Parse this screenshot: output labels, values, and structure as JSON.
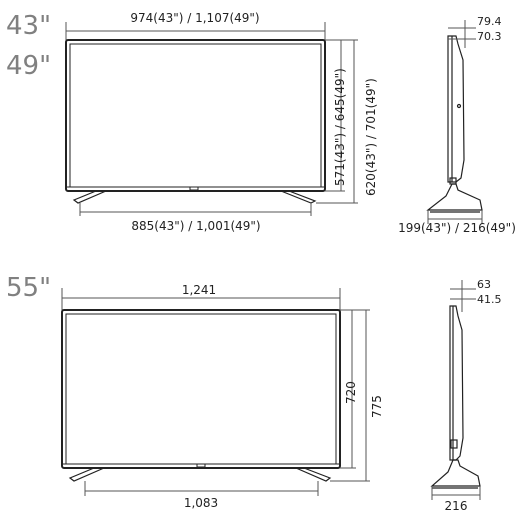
{
  "colors": {
    "dimension_line": "#555555",
    "tv_outline": "#222222",
    "label_grey": "#808080"
  },
  "section_43_49": {
    "size_label_1": "43\"",
    "size_label_2": "49\"",
    "width_top": "974(43\") / 1,107(49\")",
    "width_stand": "885(43\") / 1,001(49\")",
    "height_screen": "571(43\") / 645(49\")",
    "height_total": "620(43\") / 701(49\")",
    "depth_top_1": "79.4",
    "depth_top_2": "70.3",
    "depth_stand": "199(43\") / 216(49\")"
  },
  "section_55": {
    "size_label": "55\"",
    "width_top": "1,241",
    "width_stand": "1,083",
    "height_screen": "720",
    "height_total": "775",
    "depth_top_1": "63",
    "depth_top_2": "41.5",
    "depth_stand": "216"
  }
}
